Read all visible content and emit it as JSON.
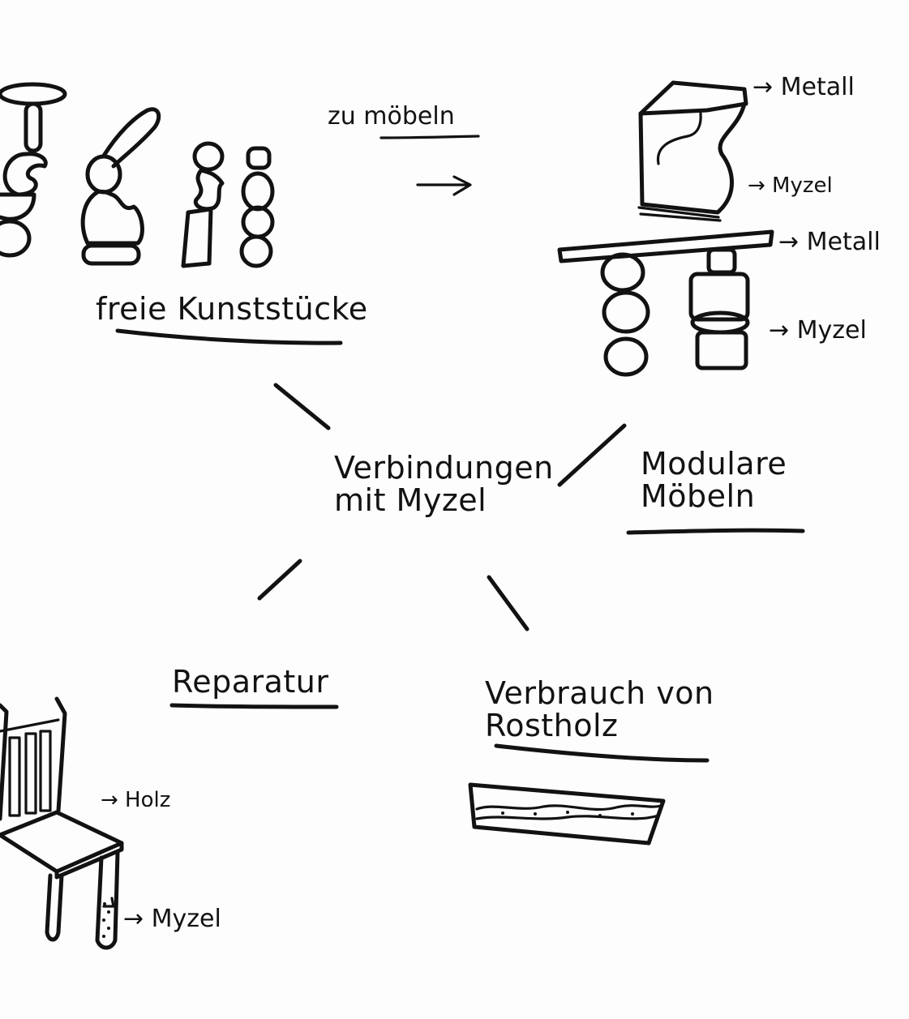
{
  "sketch": {
    "center": "Verbindungen\nmit Myzel",
    "branches": {
      "art": {
        "title": "freie Kunststücke"
      },
      "modular": {
        "title": "Modulare\nMöbeln",
        "note": "zu möbeln",
        "arrow": "→",
        "labels": [
          "→ Metall",
          "→ Myzel",
          "→ Metall",
          "→ Myzel"
        ]
      },
      "repair": {
        "title": "Reparatur",
        "labels": [
          "→ Holz",
          "→ Myzel"
        ]
      },
      "rotten_wood": {
        "title": "Verbrauch von\nRostholz"
      }
    }
  }
}
